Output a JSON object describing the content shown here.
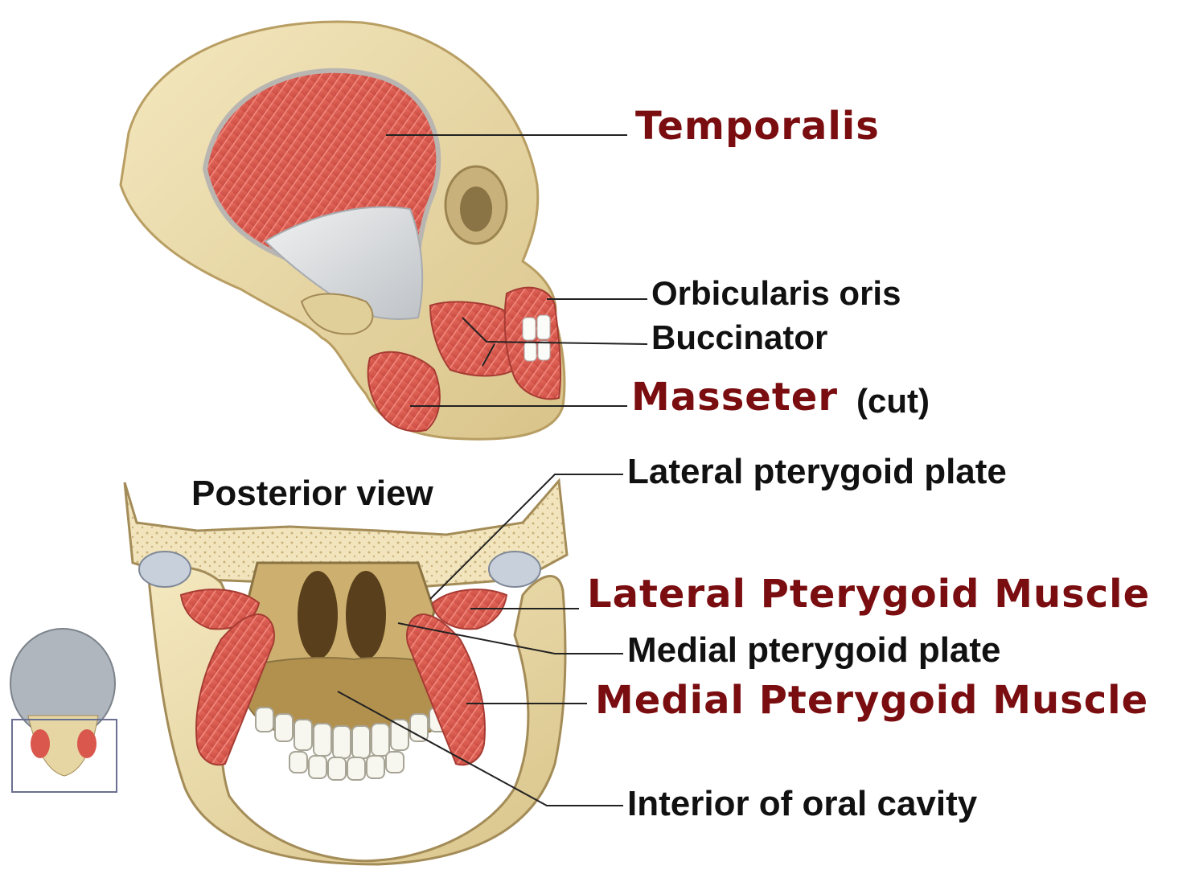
{
  "labels": {
    "temporalis": "Temporalis",
    "orbicularis_oris": "Orbicularis oris",
    "buccinator": "Buccinator",
    "masseter": "Masseter",
    "masseter_note": "(cut)",
    "lateral_pterygoid_plate": "Lateral pterygoid plate",
    "posterior_view": "Posterior view",
    "lateral_pterygoid_muscle": "Lateral Pterygoid Muscle",
    "medial_pterygoid_plate": "Medial pterygoid plate",
    "medial_pterygoid_muscle": "Medial Pterygoid Muscle",
    "interior_oral_cavity": "Interior of oral cavity"
  },
  "colors": {
    "primary_label": "#7a0d10",
    "secondary_label": "#111111",
    "bone": "#ead9a6",
    "muscle": "#d9574c",
    "tendon": "#d7d9dc",
    "leader_line": "#222222"
  }
}
